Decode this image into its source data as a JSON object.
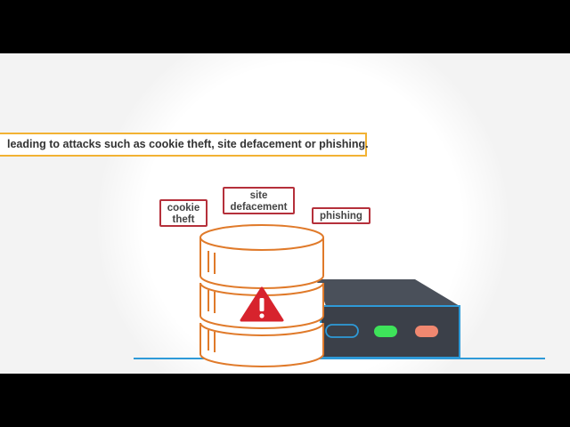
{
  "caption": {
    "text": "leading to attacks such as cookie theft, site defacement or phishing."
  },
  "tags": [
    {
      "text": "cookie\ntheft"
    },
    {
      "text": "site\ndefacement"
    },
    {
      "text": "phishing"
    }
  ],
  "colors": {
    "frame_bg": "#f3f3f3",
    "caption_border": "#f2b233",
    "tag_border": "#b5303b",
    "database_stroke": "#e07a2a",
    "warning_fill": "#d7232d",
    "server_top": "#4a505a",
    "server_front": "#3b4049",
    "server_edge": "#2e9ad8",
    "led_green": "#3ee35a",
    "led_red": "#f08870",
    "ground_line": "#2e9ad8"
  },
  "icons": {
    "database": "database-icon",
    "warning": "warning-triangle-icon",
    "server": "server-icon"
  }
}
